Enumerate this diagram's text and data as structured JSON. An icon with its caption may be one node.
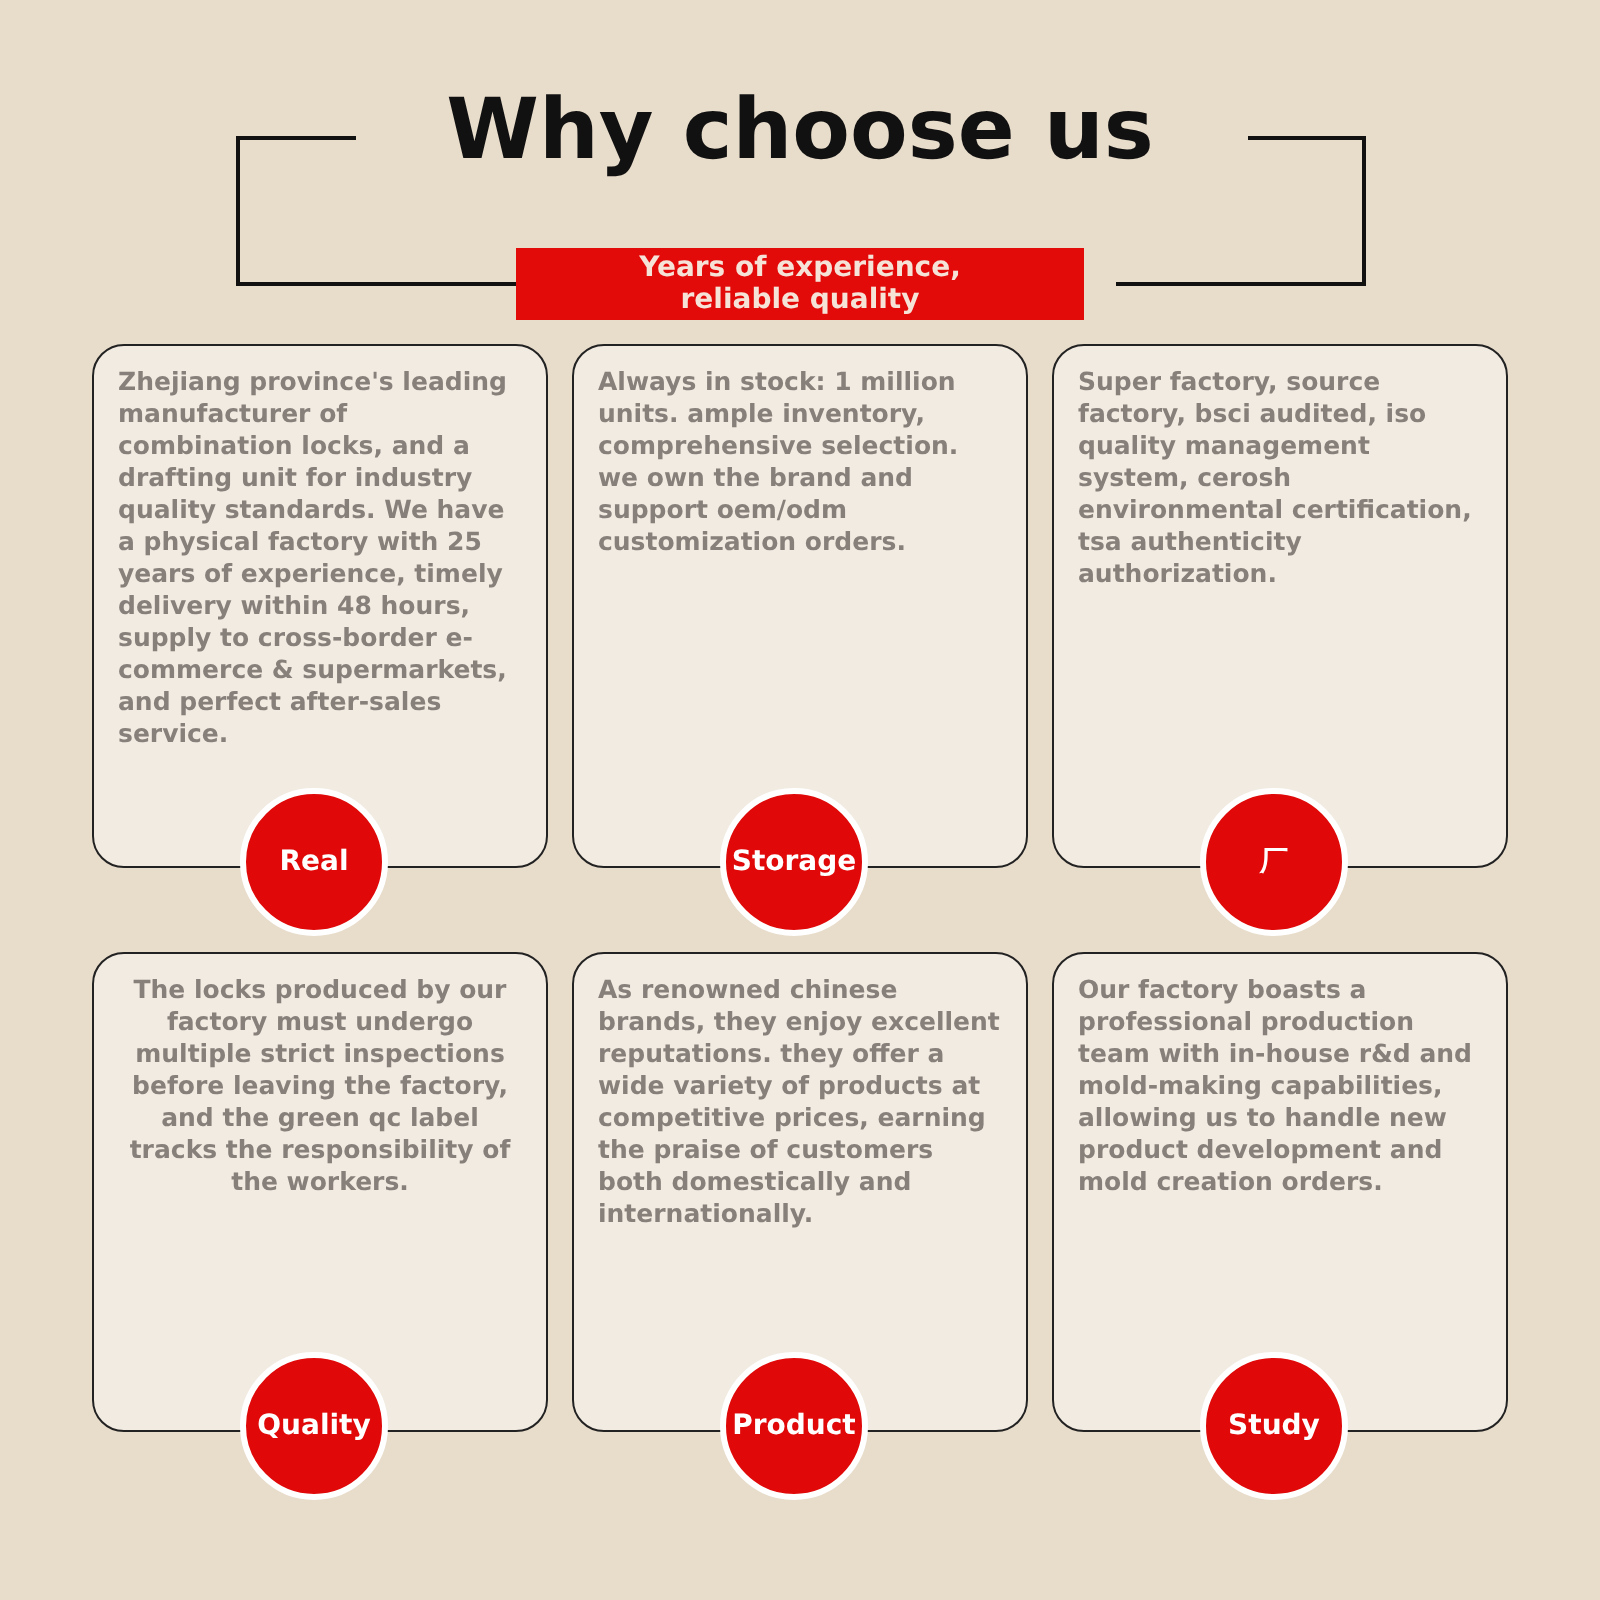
{
  "diagram": {
    "title": "Why choose us",
    "nodes": [
      {
        "text": [
          "Years of experience, reliable quality"
        ]
      },
      {
        "text": [
          "Zhejiang province's leading manufacturer of combination locks, and a drafting unit for industry quality standards. We have a physical factory with 25 years of experience, timely delivery within 48 hours, supply to cross-border e-commerce & supermarkets, and perfect after-sales service."
        ]
      },
      {
        "text": [
          "Real"
        ]
      },
      {
        "text": [
          "Always in stock: 1 million units. ample inventory, comprehensive selection. we own the brand and support oem/odm customization orders."
        ]
      },
      {
        "text": [
          "Storage"
        ]
      },
      {
        "text": [
          "Super factory, source factory, bsci audited, iso quality management system, cerosh environmental certification, tsa authenticity authorization."
        ]
      },
      {
        "text": [
          "厂"
        ]
      },
      {
        "text": [
          "The locks produced by our factory must undergo multiple strict inspections before leaving the factory, and the green qc label tracks the responsibility of the workers."
        ]
      },
      {
        "text": [
          "Quality"
        ]
      },
      {
        "text": [
          "As renowned chinese brands, they enjoy excellent reputations. they offer a wide variety of products at competitive prices, earning the praise of customers both domestically and internationally."
        ]
      },
      {
        "text": [
          "Product"
        ]
      },
      {
        "text": [
          "Our factory boasts a professional production team with in-house r&d and mold-making capabilities, allowing us to handle new product development and mold creation orders."
        ]
      },
      {
        "text": [
          "Study"
        ]
      }
    ],
    "edges": []
  }
}
